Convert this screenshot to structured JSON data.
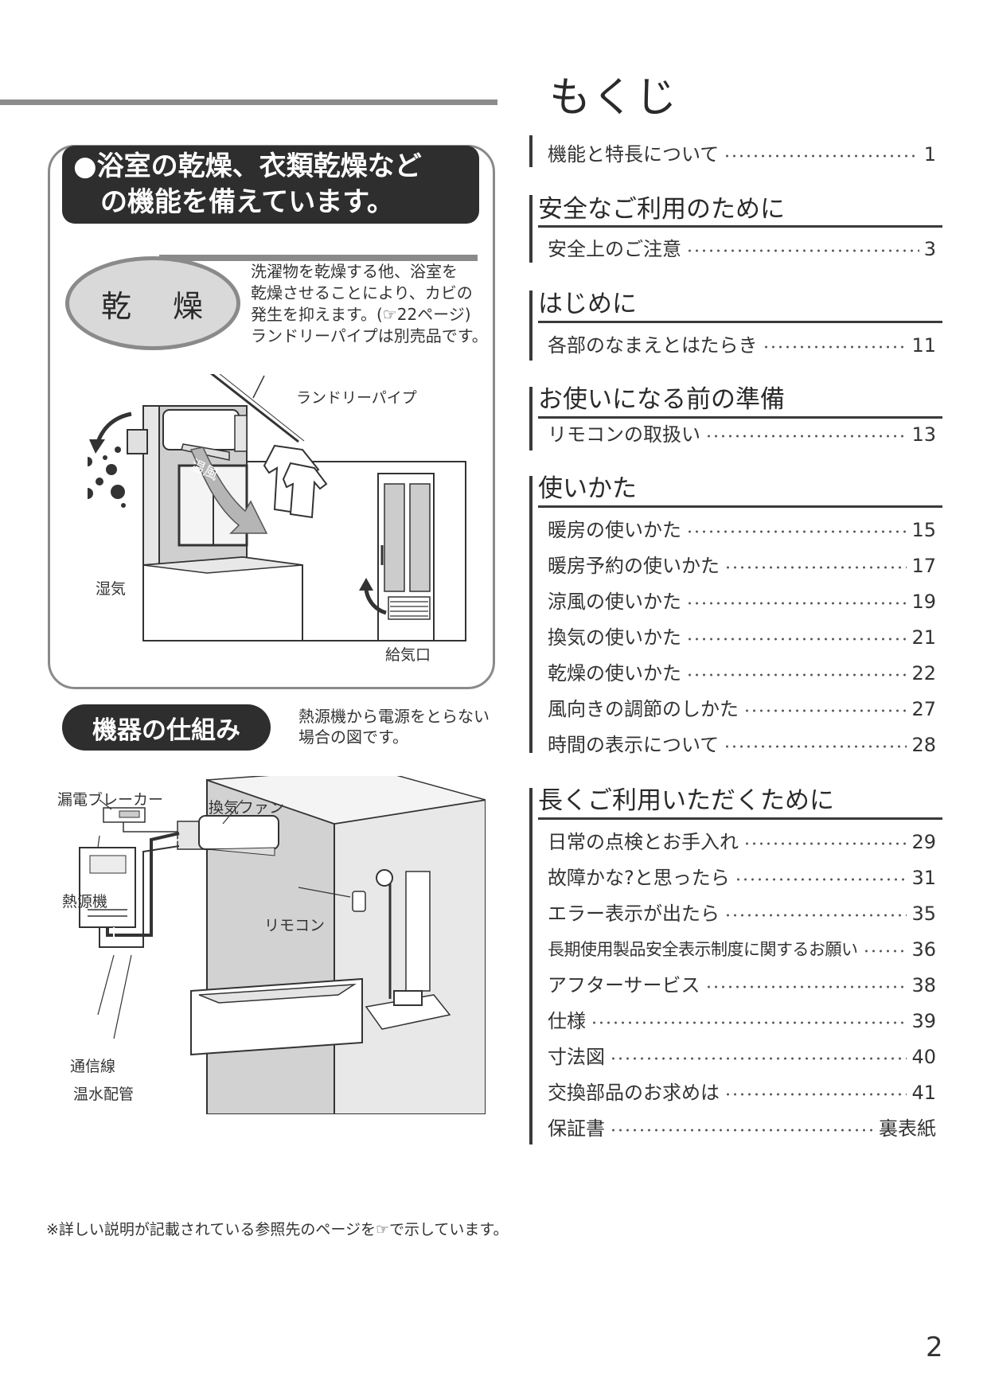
{
  "toc_title": "もくじ",
  "feature": {
    "headline_line1": "●浴室の乾燥、衣類乾燥など",
    "headline_line2": "の機能を備えています。",
    "dry_label": "乾 燥",
    "dry_desc_lines": [
      "洗濯物を乾燥する他、浴室を",
      "乾燥させることにより、カビの",
      "発生を抑えます。(☞22ページ)",
      "ランドリーパイプは別売品です。"
    ],
    "illust_labels": {
      "laundry_pipe": "ランドリーパイプ",
      "warm_air": "温風",
      "humidity": "湿気",
      "air_inlet": "給気口"
    }
  },
  "system": {
    "heading": "機器の仕組み",
    "note_lines": [
      "熱源機から電源をとらない",
      "場合の図です。"
    ],
    "labels": {
      "breaker": "漏電ブレーカー",
      "fan": "換気ファン",
      "heat_source": "熱源機",
      "remote": "リモコン",
      "comm_line": "通信線",
      "hot_water_pipe": "温水配管"
    }
  },
  "toc": {
    "intro": [
      {
        "label": "機能と特長について",
        "page": "1"
      }
    ],
    "sections": [
      {
        "title": "安全なご利用のために",
        "entries": [
          {
            "label": "安全上のご注意",
            "page": "3"
          }
        ]
      },
      {
        "title": "はじめに",
        "entries": [
          {
            "label": "各部のなまえとはたらき",
            "page": "11"
          }
        ]
      },
      {
        "title": "お使いになる前の準備",
        "entries": [
          {
            "label": "リモコンの取扱い",
            "page": "13"
          }
        ]
      },
      {
        "title": "使いかた",
        "entries": [
          {
            "label": "暖房の使いかた",
            "page": "15"
          },
          {
            "label": "暖房予約の使いかた",
            "page": "17"
          },
          {
            "label": "涼風の使いかた",
            "page": "19"
          },
          {
            "label": "換気の使いかた",
            "page": "21"
          },
          {
            "label": "乾燥の使いかた",
            "page": "22"
          },
          {
            "label": "風向きの調節のしかた",
            "page": "27"
          },
          {
            "label": "時間の表示について",
            "page": "28"
          }
        ]
      },
      {
        "title": "長くご利用いただくために",
        "entries": [
          {
            "label": "日常の点検とお手入れ",
            "page": "29"
          },
          {
            "label": "故障かな?と思ったら",
            "page": "31"
          },
          {
            "label": "エラー表示が出たら",
            "page": "35"
          },
          {
            "label": "長期使用製品安全表示制度に関するお願い",
            "page": "36"
          },
          {
            "label": "アフターサービス",
            "page": "38"
          },
          {
            "label": "仕様",
            "page": "39"
          },
          {
            "label": "寸法図",
            "page": "40"
          },
          {
            "label": "交換部品のお求めは",
            "page": "41"
          },
          {
            "label": "保証書",
            "page": "裏表紙"
          }
        ]
      }
    ]
  },
  "footnote": "※詳しい説明が記載されている参照先のページを☞で示しています。",
  "page_number": "2"
}
